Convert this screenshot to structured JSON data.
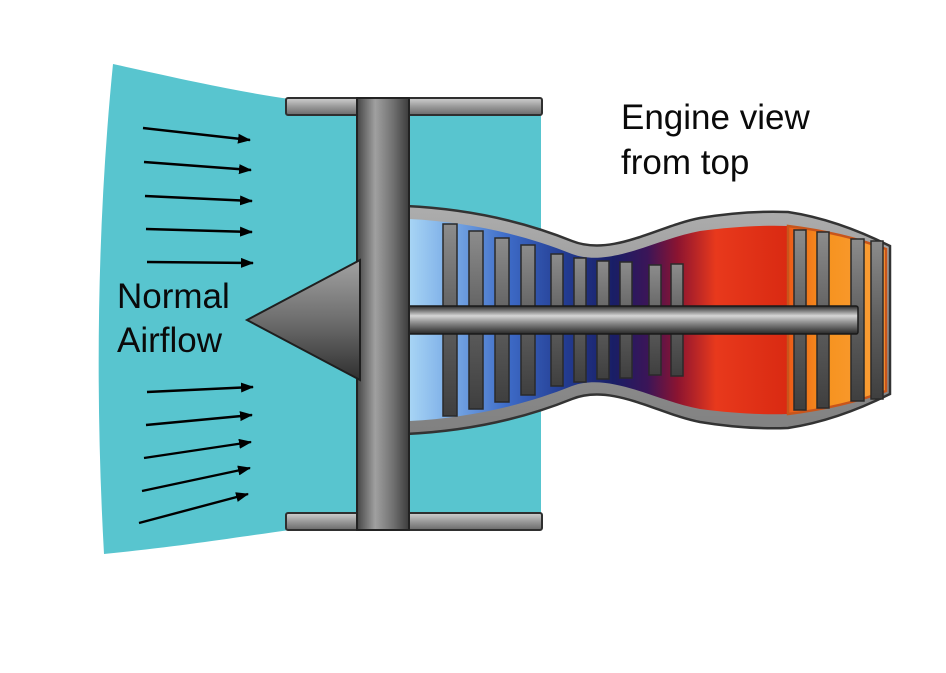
{
  "labels": {
    "airflow_line1": "Normal",
    "airflow_line2": "Airflow",
    "engine_view_line1": "Engine view",
    "engine_view_line2": "from top"
  },
  "colors": {
    "airflow_region": "#58C5CF",
    "arrow": "#000000",
    "text": "#0A0A0A",
    "casing_gray": "#9A9A9A",
    "casing_outline": "#333333",
    "fan_dark_gray": "#4A4A4A",
    "compressor_blue_light": "#A9D6F5",
    "compressor_blue": "#3E6CC8",
    "compressor_navy": "#191E66",
    "combustor_red_dark": "#8C1430",
    "combustor_red": "#E8391C",
    "nozzle_orange": "#F6921E",
    "nozzle_outline": "#C8551B"
  },
  "diagram": {
    "airflow_arrows_upper": 5,
    "airflow_arrows_lower": 5
  }
}
